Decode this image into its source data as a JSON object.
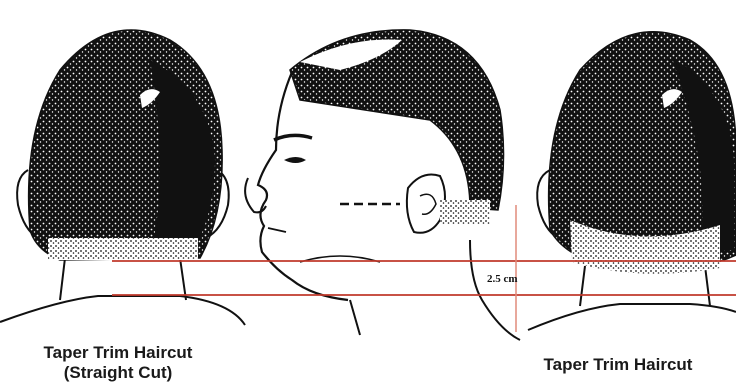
{
  "labels": {
    "left_title_line1": "Taper Trim Haircut",
    "left_title_line2": "(Straight Cut)",
    "right_title": "Taper Trim Haircut",
    "measurement": "2.5 cm"
  },
  "colors": {
    "guide_line": "#c0392b",
    "ink": "#111111",
    "measure_line": "#e08a7a"
  }
}
